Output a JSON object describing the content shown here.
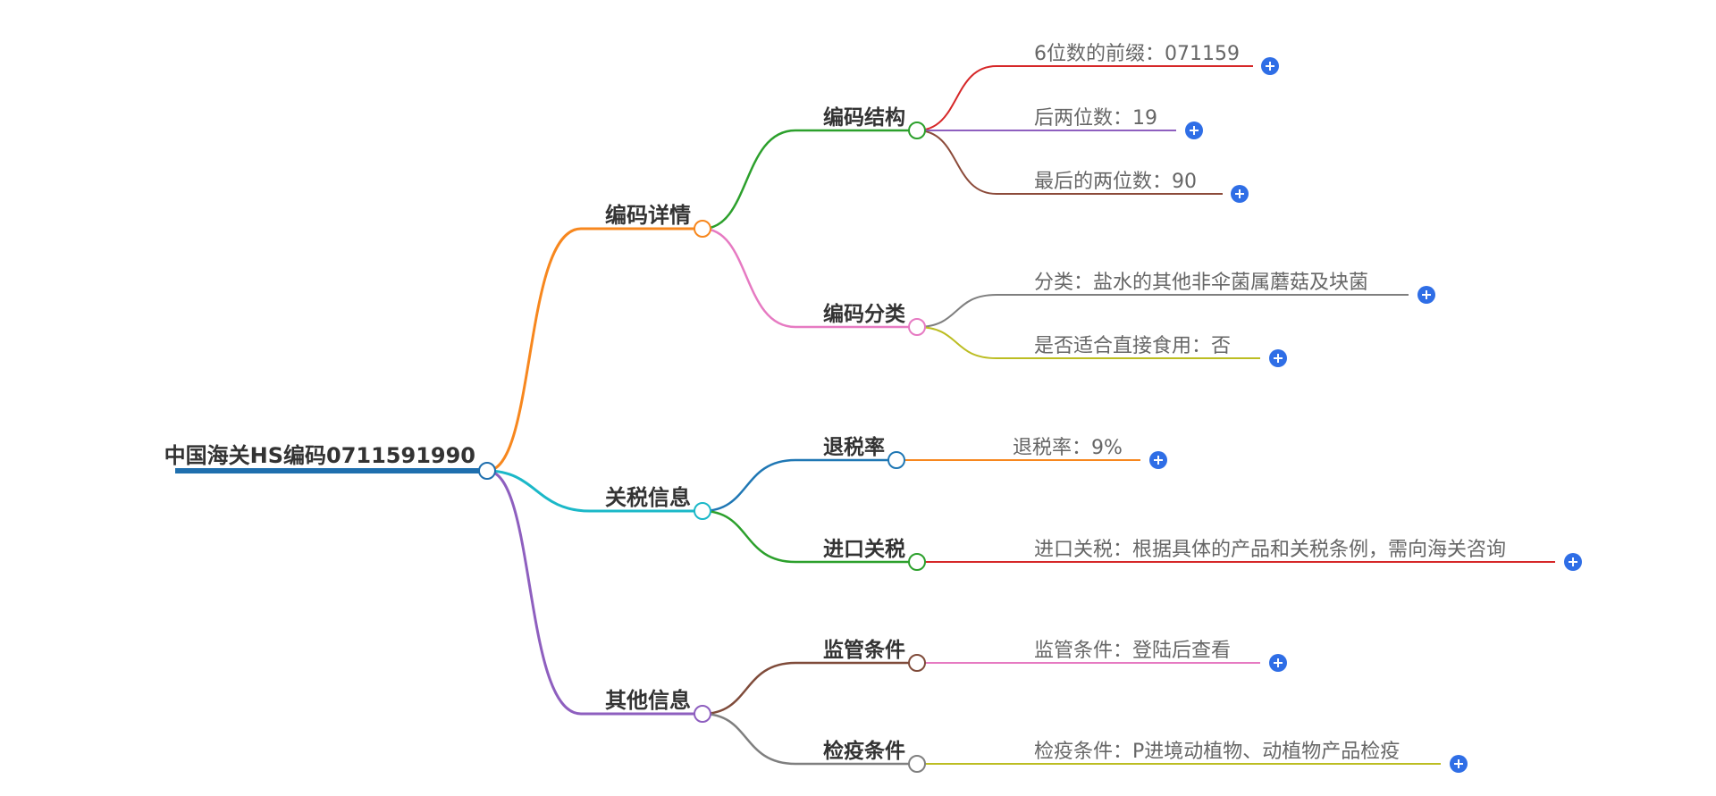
{
  "root": {
    "label": "中国海关HS编码0711591990"
  },
  "branches": {
    "details": {
      "label": "编码详情",
      "structure": {
        "label": "编码结构",
        "leaves": [
          "6位数的前缀：071159",
          "后两位数：19",
          "最后的两位数：90"
        ]
      },
      "category": {
        "label": "编码分类",
        "leaves": [
          "分类：盐水的其他非伞菌属蘑菇及块菌",
          "是否适合直接食用：否"
        ]
      }
    },
    "tax": {
      "label": "关税信息",
      "rebate": {
        "label": "退税率",
        "leaves": [
          "退税率：9%"
        ]
      },
      "import": {
        "label": "进口关税",
        "leaves": [
          "进口关税：根据具体的产品和关税条例，需向海关咨询"
        ]
      }
    },
    "other": {
      "label": "其他信息",
      "supervision": {
        "label": "监管条件",
        "leaves": [
          "监管条件：登陆后查看"
        ]
      },
      "quarantine": {
        "label": "检疫条件",
        "leaves": [
          "检疫条件：P进境动植物、动植物产品检疫"
        ]
      }
    }
  },
  "icons": {
    "expand": "plus-circle-icon",
    "collapse": "circle-node-icon"
  },
  "colors": {
    "root": "#1f6fae",
    "details": "#f7871e",
    "tax": "#1bb8c8",
    "other": "#8e5fbf",
    "structure": "#2ca02c",
    "category": "#e67ac2",
    "rebate": "#1f77b4",
    "import": "#2ca02c",
    "supervision": "#7f4b3a",
    "quarantine": "#7f7f7f",
    "leaf_red": "#d62728",
    "leaf_purple": "#8e5fbf",
    "leaf_brown": "#8c4b3a",
    "leaf_gray": "#7f7f7f",
    "leaf_olive": "#bcbd22",
    "leaf_orange": "#f7871e",
    "leaf_pink": "#e67ac2",
    "plus": "#2f6ee6"
  }
}
